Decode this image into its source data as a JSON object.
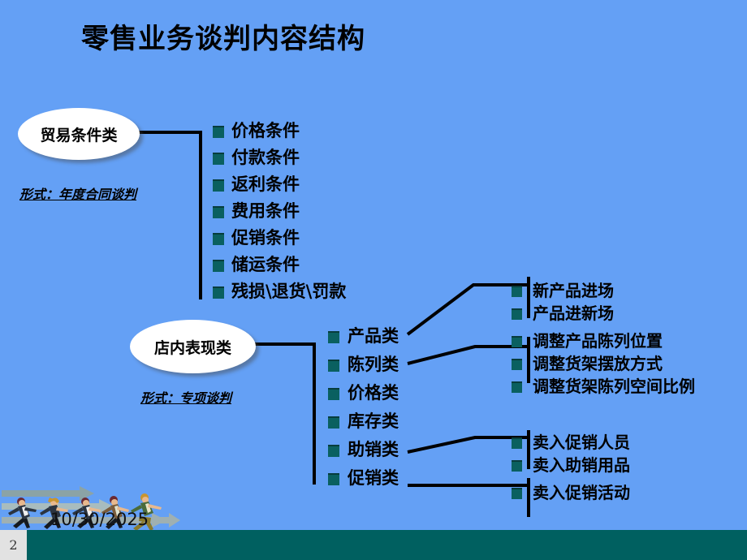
{
  "slide": {
    "title": "零售业务谈判内容结构",
    "background_color": "#64a0f5",
    "footer_color": "#006060",
    "bullet_color": "#0a6060",
    "page_number": "2",
    "date": "10/30/2025"
  },
  "nodes": {
    "trade": {
      "label": "贸易条件类",
      "form_note": "形式：年度合同谈判",
      "items": [
        "价格条件",
        "付款条件",
        "返利条件",
        "费用条件",
        "促销条件",
        "储运条件",
        "残损\\退货\\罚款"
      ]
    },
    "instore": {
      "label": "店内表现类",
      "form_note": "形式：专项谈判",
      "items": [
        "产品类",
        "陈列类",
        "价格类",
        "库存类",
        "助销类",
        "促销类"
      ]
    }
  },
  "details": {
    "product": [
      "新产品进场",
      "产品进新场"
    ],
    "display": [
      "调整产品陈列位置",
      "调整货架摆放方式",
      "调整货架陈列空间比例"
    ],
    "merchandising": [
      "卖入促销人员",
      "卖入助销用品"
    ],
    "promotion": [
      "卖入促销活动"
    ]
  }
}
